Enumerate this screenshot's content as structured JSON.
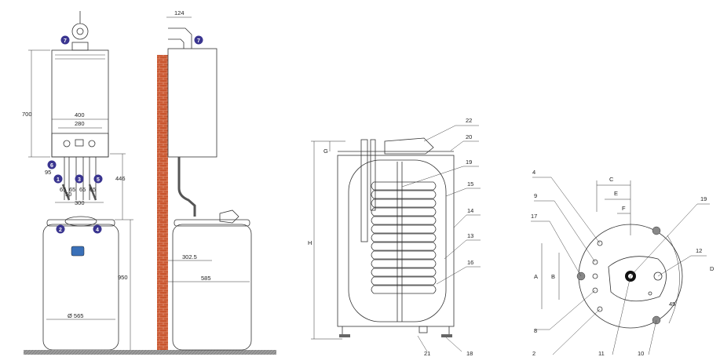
{
  "front_view": {
    "dims": {
      "height_boiler": "700",
      "width_outer": "400",
      "width_inner": "280",
      "left_offset": "95",
      "pipe_gap": "50",
      "pipe_spacings": [
        "65",
        "65",
        "65",
        "65"
      ],
      "pipe_span": "300",
      "cyl_diameter": "Ø 565",
      "height_total": "950",
      "connection_height": "446"
    },
    "badges": [
      {
        "n": "7",
        "color": "#3a3590"
      },
      {
        "n": "6",
        "color": "#3a3590"
      },
      {
        "n": "1",
        "color": "#3a3590"
      },
      {
        "n": "3",
        "color": "#3a3590"
      },
      {
        "n": "5",
        "color": "#3a3590"
      },
      {
        "n": "2",
        "color": "#3a3590"
      },
      {
        "n": "4",
        "color": "#3a3590"
      }
    ]
  },
  "side_view": {
    "dims": {
      "flue": "124",
      "depth_offset": "302.5",
      "depth": "585"
    },
    "badges": [
      {
        "n": "7",
        "color": "#3a3590"
      }
    ]
  },
  "section_view": {
    "labels": {
      "top": "22",
      "top2": "20",
      "l19": "19",
      "l15": "15",
      "l14": "14",
      "l13": "13",
      "l16": "16",
      "l21": "21",
      "l18": "18",
      "height": "H",
      "gap": "G"
    }
  },
  "top_view": {
    "labels": {
      "l4": "4",
      "l9": "9",
      "l17": "17",
      "l8": "8",
      "l2": "2",
      "l11": "11",
      "l10": "10",
      "l12": "12",
      "l19": "19",
      "dimC": "C",
      "dimE": "E",
      "dimF": "F",
      "dimA": "A",
      "dimB": "B",
      "dimD": "D",
      "angle": "45"
    }
  },
  "colors": {
    "brick": "#c8552e",
    "mortar": "#e9a488",
    "badge": "#3a3590",
    "floor": "#888888"
  }
}
